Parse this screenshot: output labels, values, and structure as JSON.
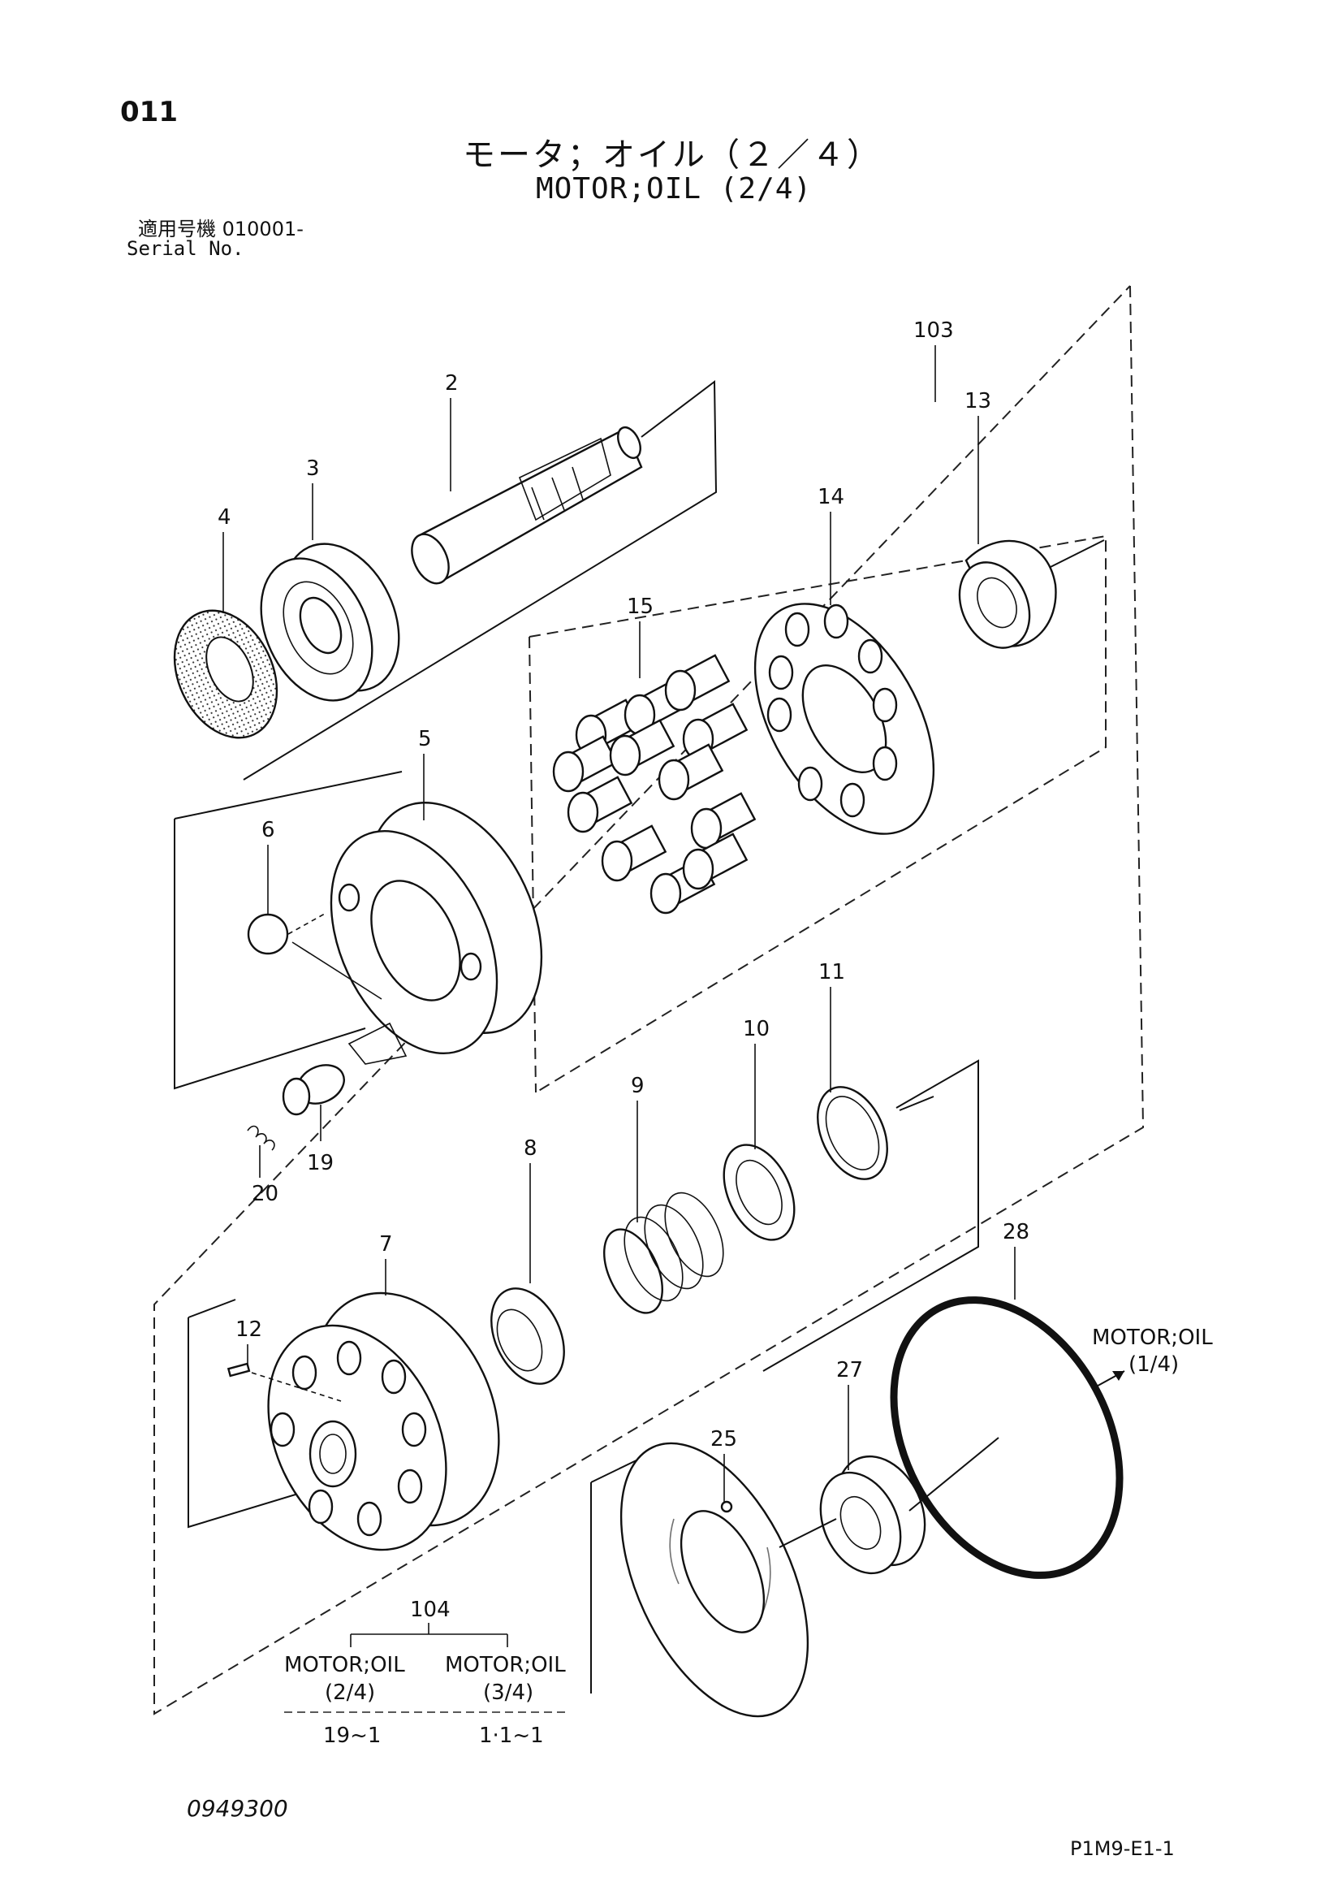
{
  "header": {
    "page_code": "011",
    "title_jp": "モータ；オイル（２／４）",
    "title_en": "MOTOR;OIL (2/4)",
    "serial_label_jp": "適用号機  010001-",
    "serial_label_en": "Serial No."
  },
  "callouts": {
    "p103": "103",
    "p2": "2",
    "p3": "3",
    "p4": "4",
    "p13": "13",
    "p14": "14",
    "p15": "15",
    "p5": "5",
    "p6": "6",
    "p11": "11",
    "p10": "10",
    "p9": "9",
    "p8": "8",
    "p7": "7",
    "p12": "12",
    "p19": "19",
    "p20": "20",
    "p28": "28",
    "p27": "27",
    "p25": "25"
  },
  "cross_reference": {
    "arrow_label_line1": "MOTOR;OIL",
    "arrow_label_line2": "(1/4)"
  },
  "table_104": {
    "group": "104",
    "col1_name": "MOTOR;OIL",
    "col1_page": "(2/4)",
    "col1_range": "19~1",
    "col2_name": "MOTOR;OIL",
    "col2_page": "(3/4)",
    "col2_range": "1·1~1"
  },
  "footer": {
    "drawing_number": "0949300",
    "page_ref": "P1M9-E1-1"
  }
}
